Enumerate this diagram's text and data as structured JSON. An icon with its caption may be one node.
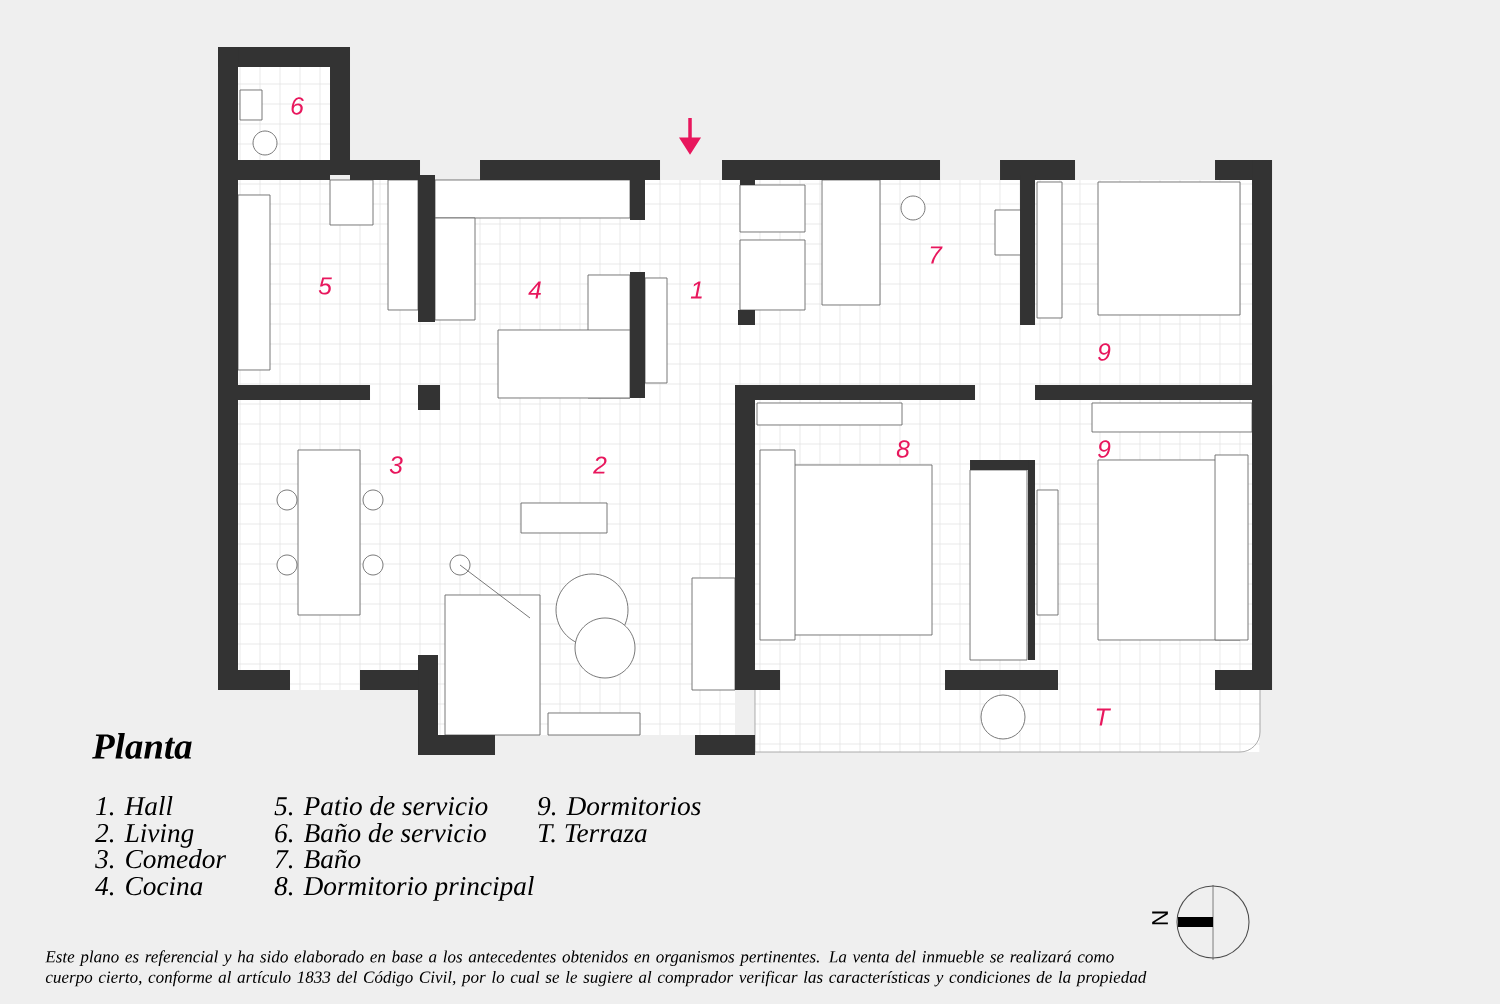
{
  "diagram": {
    "title": "Planta",
    "caption": "Este plano es referencial y ha sido elaborado en base a los antecedentes obtenidos en organismos pertinentes. La venta del inmueble se realizará como cuerpo cierto, conforme al artículo 1833 del Código Civil, por lo cual se le sugiere al comprador verificar las características y condiciones de la propiedad",
    "labels": [
      "6",
      "7",
      "5",
      "4",
      "1",
      "9",
      "8",
      "9",
      "3",
      "2",
      "T",
      "1. Hall",
      "5. Patio de servicio",
      "9. Dormitorios",
      "2. Living",
      "6. Baño de servicio",
      "T. Terraza",
      "3. Comedor",
      "7. Baño",
      "4. Cocina",
      "8. Dormitorio principal",
      "N"
    ]
  }
}
